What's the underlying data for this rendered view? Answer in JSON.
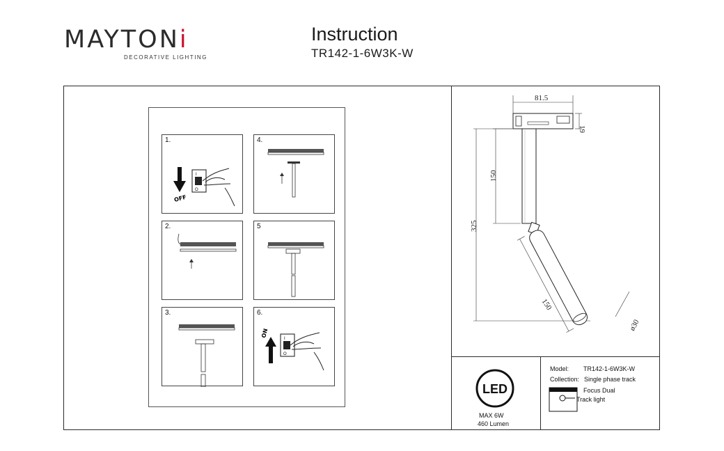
{
  "header": {
    "brand_before": "MAYTON",
    "brand_last": "i",
    "brand_tagline": "DECORATIVE LIGHTING",
    "title": "Instruction",
    "model_code": "TR142-1-6W3K-W"
  },
  "steps": [
    {
      "label": "1."
    },
    {
      "label": "4."
    },
    {
      "label": "2."
    },
    {
      "label": "5"
    },
    {
      "label": "3."
    },
    {
      "label": "6."
    }
  ],
  "switch": {
    "off_text": "OFF",
    "on_text": "ON",
    "mark_on": "I",
    "mark_off": "O"
  },
  "dimensions": {
    "width": "81.5",
    "height_top": "19",
    "body_length": "150",
    "total_height": "325",
    "head_length": "150",
    "diameter": "ø30"
  },
  "led": {
    "label": "LED",
    "max_power": "MAX 6W",
    "lumen": "460 Lumen"
  },
  "specs": {
    "model_label": "Model:",
    "model_value": "TR142-1-6W3K-W",
    "collection_label": "Collection:",
    "collection_value": "Single phase track",
    "series_line1": "Focus Dual",
    "series_line2": "Track light"
  },
  "colors": {
    "brand_accent": "#c8102e",
    "line": "#2a2a2a"
  }
}
